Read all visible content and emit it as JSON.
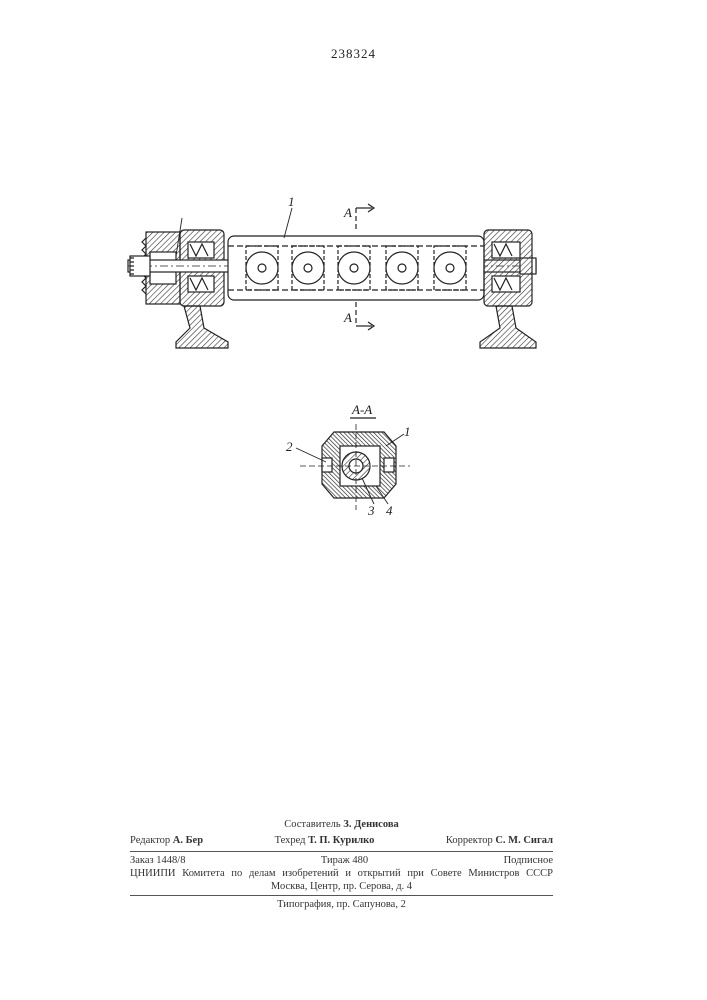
{
  "patent_number": "238324",
  "figure_1": {
    "labels": {
      "part_1": "1",
      "section_top": "A",
      "section_bottom": "A"
    }
  },
  "figure_2": {
    "title": "A-A",
    "labels": {
      "part_1": "1",
      "part_2": "2",
      "part_3": "3",
      "part_4": "4"
    }
  },
  "imprint": {
    "compiler_label": "Составитель",
    "compiler_name": "З. Денисова",
    "editor_label": "Редактор",
    "editor_name": "А. Бер",
    "techred_label": "Техред",
    "techred_name": "Т. П. Курилко",
    "corrector_label": "Корректор",
    "corrector_name": "С. М. Сигал",
    "order": "Заказ 1448/8",
    "circulation": "Тираж 480",
    "subscription": "Подписное",
    "org_line": "ЦНИИПИ Комитета по делам изобретений и открытий при Совете Министров СССР",
    "address": "Москва, Центр, пр. Серова, д. 4",
    "printing_house": "Типография, пр. Сапунова, 2"
  }
}
